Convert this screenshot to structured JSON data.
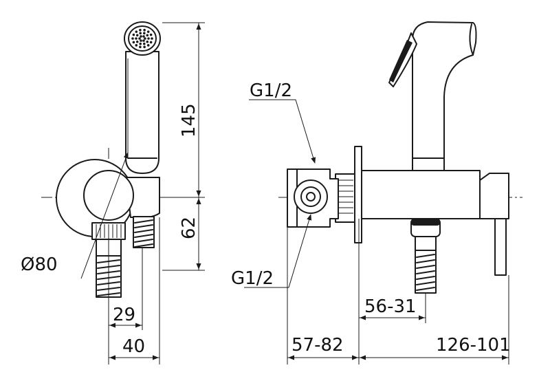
{
  "front_view": {
    "diameter_label": "Ø80",
    "height_upper": "145",
    "height_lower": "62",
    "offset_inner": "29",
    "offset_outer": "40"
  },
  "side_view": {
    "thread_top": "G1/2",
    "thread_bottom": "G1/2",
    "depth_range": "56-31",
    "wall_range": "57-82",
    "length_range": "126-101"
  },
  "colors": {
    "line": "#1a1a1a",
    "background": "#ffffff"
  }
}
